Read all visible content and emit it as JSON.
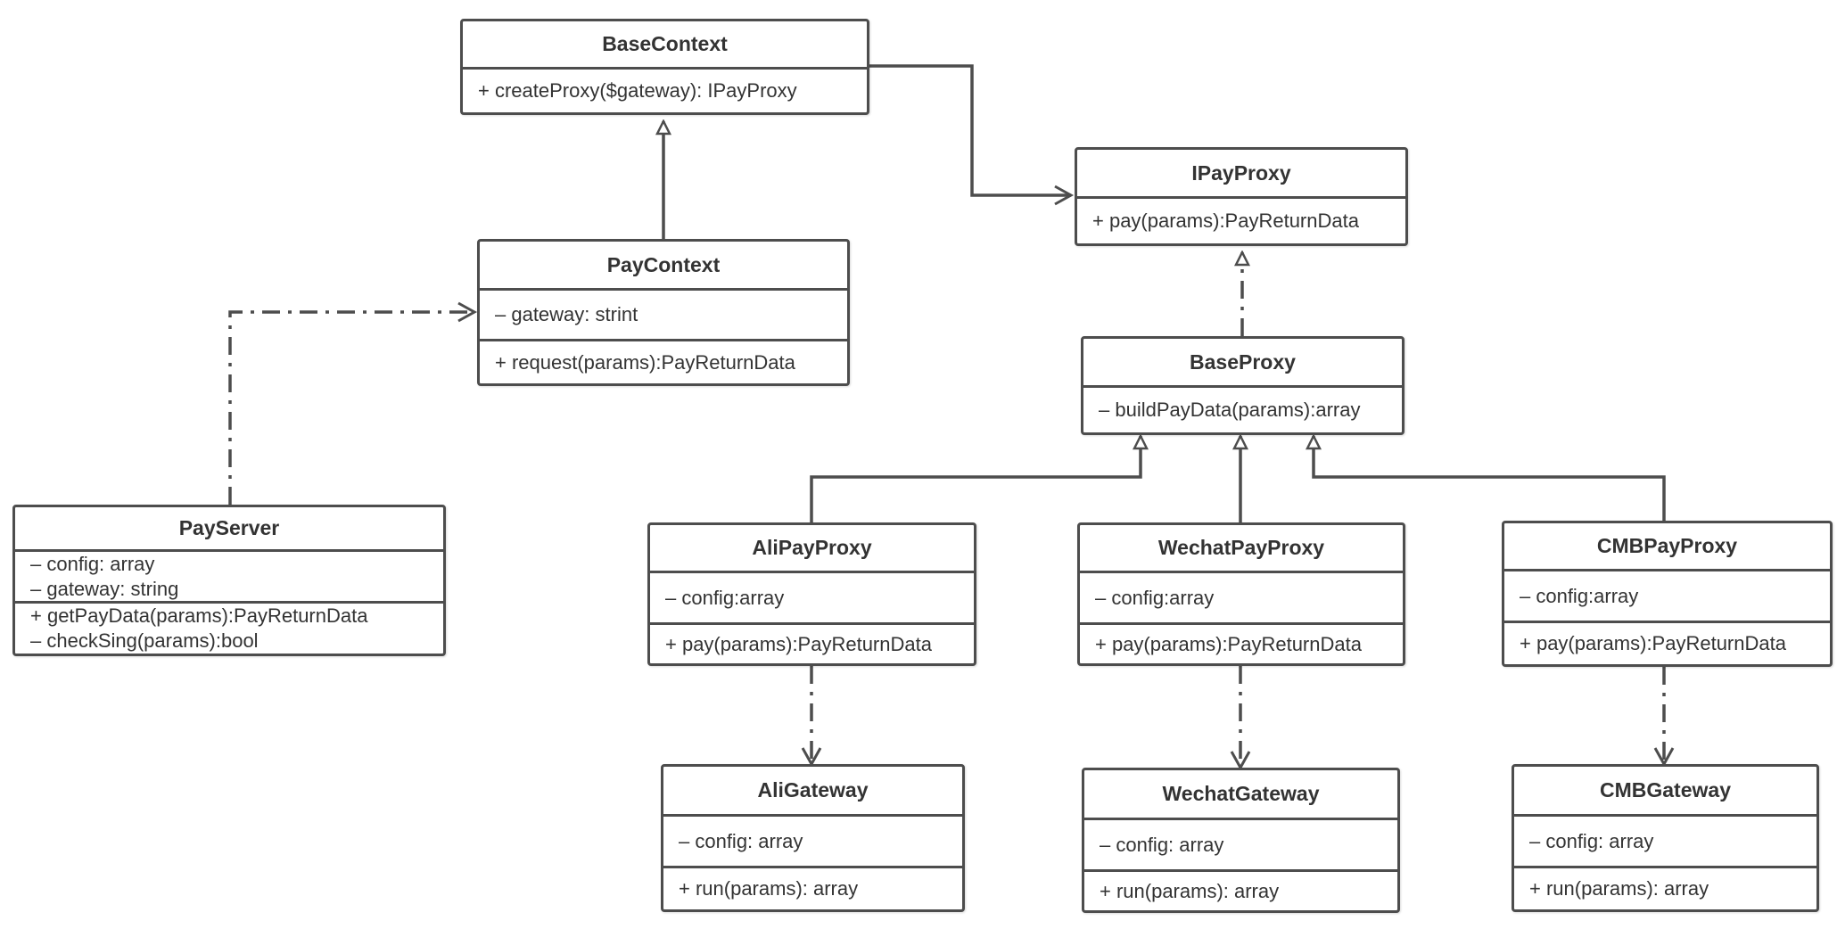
{
  "classes": {
    "base_context": {
      "name": "BaseContext",
      "members": [
        "+ createProxy($gateway): IPayProxy"
      ]
    },
    "pay_context": {
      "name": "PayContext",
      "attributes": [
        "– gateway: strint"
      ],
      "methods": [
        "+ request(params):PayReturnData"
      ]
    },
    "pay_server": {
      "name": "PayServer",
      "attributes": [
        "– config: array",
        "– gateway: string"
      ],
      "methods": [
        "+ getPayData(params):PayReturnData",
        "– checkSing(params):bool"
      ]
    },
    "ipay_proxy": {
      "name": "IPayProxy",
      "members": [
        "+ pay(params):PayReturnData"
      ]
    },
    "base_proxy": {
      "name": "BaseProxy",
      "members": [
        "– buildPayData(params):array"
      ]
    },
    "ali_pay_proxy": {
      "name": "AliPayProxy",
      "attributes": [
        "– config:array"
      ],
      "methods": [
        "+ pay(params):PayReturnData"
      ]
    },
    "wechat_pay_proxy": {
      "name": "WechatPayProxy",
      "attributes": [
        "– config:array"
      ],
      "methods": [
        "+ pay(params):PayReturnData"
      ]
    },
    "cmb_pay_proxy": {
      "name": "CMBPayProxy",
      "attributes": [
        "– config:array"
      ],
      "methods": [
        "+ pay(params):PayReturnData"
      ]
    },
    "ali_gateway": {
      "name": "AliGateway",
      "attributes": [
        "– config: array"
      ],
      "methods": [
        "+ run(params): array"
      ]
    },
    "wechat_gateway": {
      "name": "WechatGateway",
      "attributes": [
        "– config: array"
      ],
      "methods": [
        "+ run(params): array"
      ]
    },
    "cmb_gateway": {
      "name": "CMBGateway",
      "attributes": [
        "– config: array"
      ],
      "methods": [
        "+ run(params): array"
      ]
    }
  },
  "relations": [
    {
      "from": "PayContext",
      "to": "BaseContext",
      "type": "inheritance"
    },
    {
      "from": "BaseContext",
      "to": "IPayProxy",
      "type": "association"
    },
    {
      "from": "PayServer",
      "to": "PayContext",
      "type": "dependency"
    },
    {
      "from": "BaseProxy",
      "to": "IPayProxy",
      "type": "realization"
    },
    {
      "from": "AliPayProxy",
      "to": "BaseProxy",
      "type": "inheritance"
    },
    {
      "from": "WechatPayProxy",
      "to": "BaseProxy",
      "type": "inheritance"
    },
    {
      "from": "CMBPayProxy",
      "to": "BaseProxy",
      "type": "inheritance"
    },
    {
      "from": "AliPayProxy",
      "to": "AliGateway",
      "type": "dependency"
    },
    {
      "from": "WechatPayProxy",
      "to": "WechatGateway",
      "type": "dependency"
    },
    {
      "from": "CMBPayProxy",
      "to": "CMBGateway",
      "type": "dependency"
    }
  ],
  "colors": {
    "stroke": "#4d4d4d",
    "text": "#333333",
    "background": "#ffffff"
  }
}
